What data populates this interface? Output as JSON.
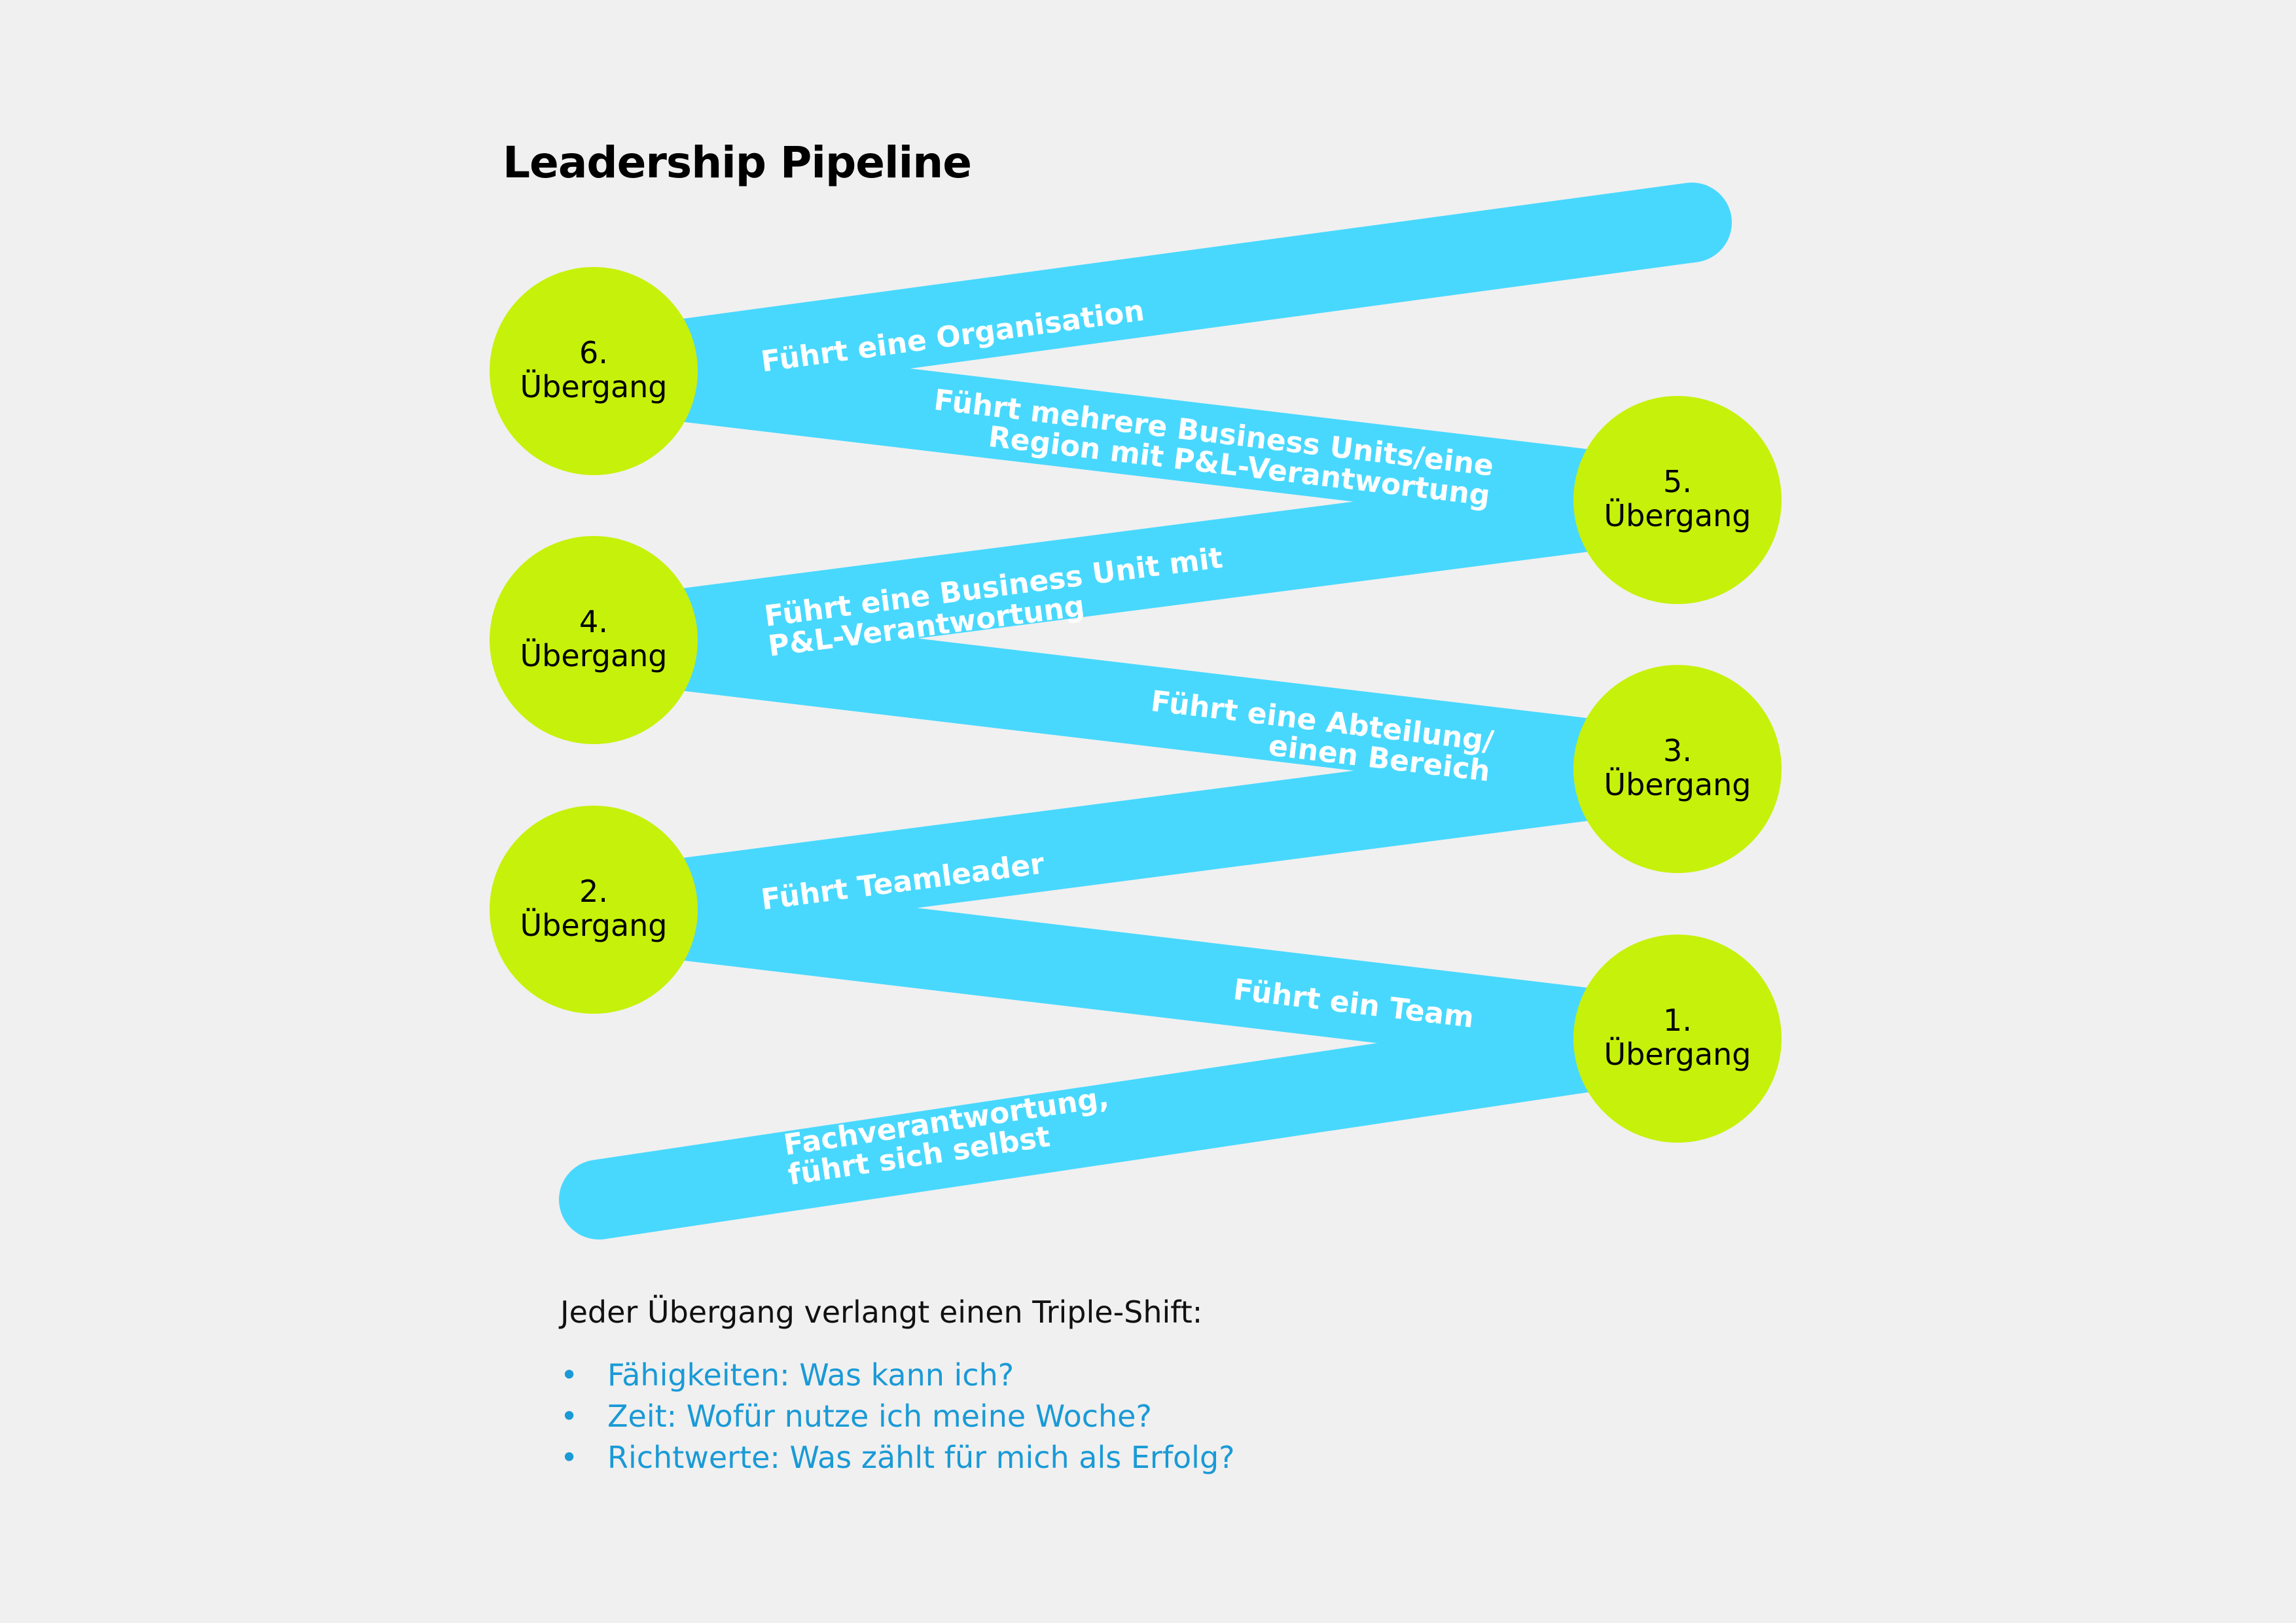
{
  "title": "Leadership Pipeline",
  "colors": {
    "band": "#48d8fe",
    "node": "#c6f10a",
    "band_text": "#ffffff",
    "node_text": "#000000",
    "bullet_text": "#1a9ad6"
  },
  "nodes": [
    {
      "number": "1.",
      "label": "Übergang",
      "side": "right"
    },
    {
      "number": "2.",
      "label": "Übergang",
      "side": "left"
    },
    {
      "number": "3.",
      "label": "Übergang",
      "side": "right"
    },
    {
      "number": "4.",
      "label": "Übergang",
      "side": "left"
    },
    {
      "number": "5.",
      "label": "Übergang",
      "side": "right"
    },
    {
      "number": "6.",
      "label": "Übergang",
      "side": "left"
    }
  ],
  "stages": [
    {
      "lines": [
        "Fachverantwortung,",
        "führt sich selbst"
      ]
    },
    {
      "lines": [
        "Führt ein Team"
      ]
    },
    {
      "lines": [
        "Führt Teamleader"
      ]
    },
    {
      "lines": [
        "Führt eine Abteilung/",
        "einen Bereich"
      ]
    },
    {
      "lines": [
        "Führt eine Business Unit mit",
        "P&L-Verantwortung"
      ]
    },
    {
      "lines": [
        "Führt mehrere Business Units/eine",
        "Region mit P&L-Verantwortung"
      ]
    },
    {
      "lines": [
        "Führt eine Organisation"
      ]
    }
  ],
  "triple_shift": {
    "intro": "Jeder Übergang verlangt einen Triple-Shift:",
    "bullet_icon": "•",
    "items": [
      "Fähigkeiten: Was kann ich?",
      "Zeit: Wofür nutze ich meine Woche?",
      "Richtwerte: Was zählt für mich als Erfolg?"
    ]
  }
}
